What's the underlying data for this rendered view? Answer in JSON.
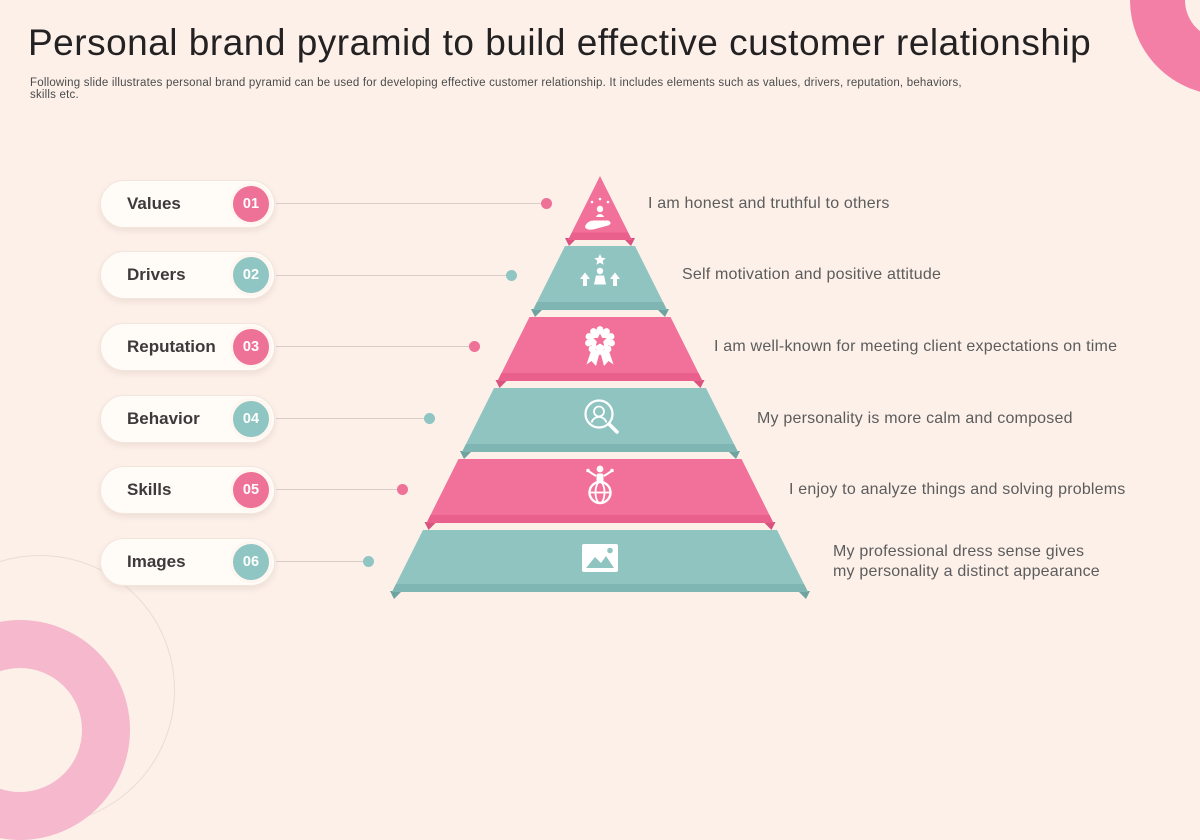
{
  "slide": {
    "title": "Personal brand pyramid to build effective customer relationship",
    "subtitle": "Following slide illustrates personal brand pyramid can be used for developing effective customer relationship. It includes elements such as values, drivers, reputation, behaviors, skills etc.",
    "colors": {
      "background": "#FCF0E9",
      "pink": "#F1719B",
      "pink_dark": "#E9608D",
      "pink_fold": "#D9537F",
      "teal": "#8FC4C1",
      "teal_dark": "#7FB6B3",
      "teal_fold": "#6FA3A1",
      "accent_ring_top": "#F37FA7",
      "accent_ring_bottom": "#F6B8CC"
    },
    "rows": [
      {
        "label": "Values",
        "number": "01",
        "color": "pink",
        "icon": "giving-hand-icon",
        "description": "I am honest and truthful to others"
      },
      {
        "label": "Drivers",
        "number": "02",
        "color": "teal",
        "icon": "motivated-person-icon",
        "description": "Self motivation and positive attitude"
      },
      {
        "label": "Reputation",
        "number": "03",
        "color": "pink",
        "icon": "award-ribbon-icon",
        "description": "I am well-known for meeting client expectations on time"
      },
      {
        "label": "Behavior",
        "number": "04",
        "color": "teal",
        "icon": "mind-search-icon",
        "description": "My personality is more calm and composed"
      },
      {
        "label": "Skills",
        "number": "05",
        "color": "pink",
        "icon": "person-globe-icon",
        "description": "I enjoy to analyze things and solving problems"
      },
      {
        "label": "Images",
        "number": "06",
        "color": "teal",
        "icon": "photo-icon",
        "description": "My professional dress sense gives\nmy personality a distinct appearance"
      }
    ]
  }
}
